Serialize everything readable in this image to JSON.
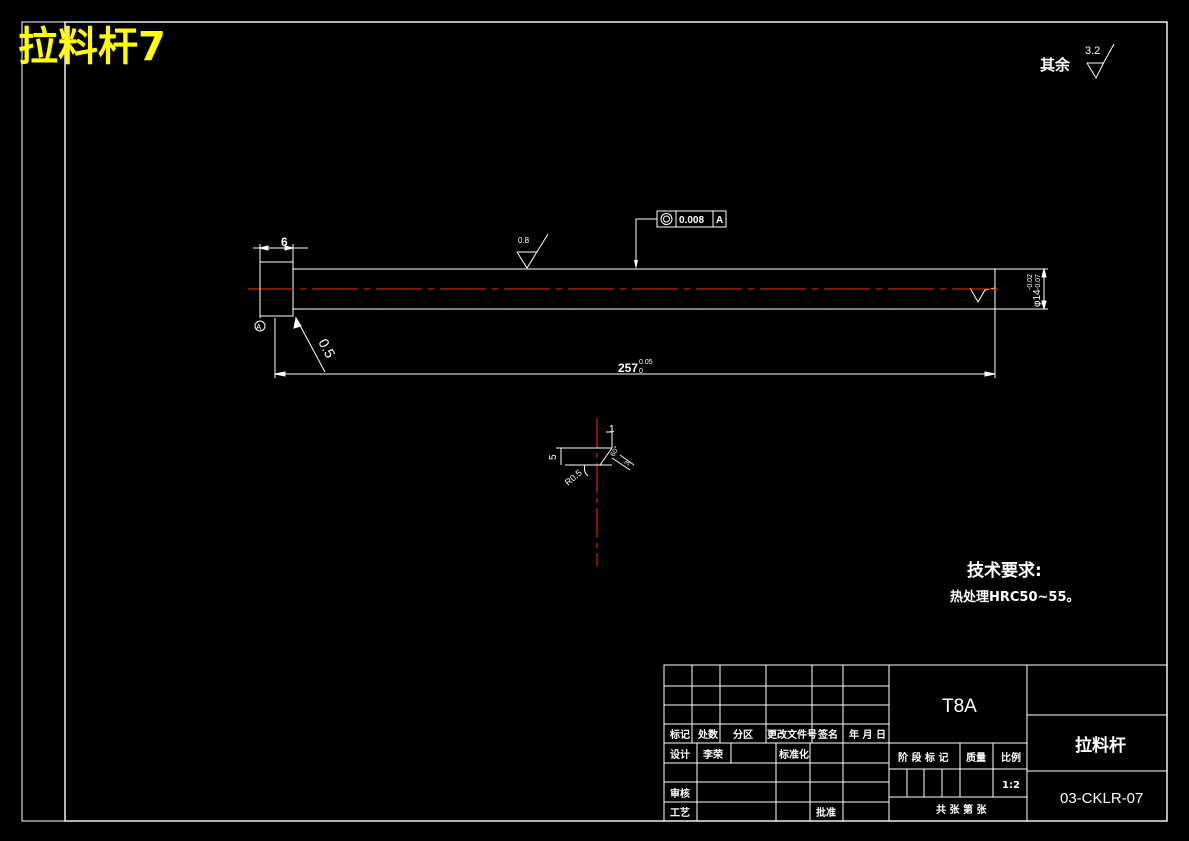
{
  "header": {
    "title": "拉料杆7"
  },
  "roughness": {
    "general_label": "其余",
    "general_value": "3.2",
    "surface_value": "0.8"
  },
  "dims": {
    "head_width": "6",
    "length": "257",
    "length_tol": "0.05",
    "length_tol_low": "0",
    "chamfer": "0.5",
    "diameter_label": "φ14",
    "dia_tol_upper": "-0.02",
    "dia_tol_lower": "-0.07",
    "datum_letter": "A",
    "detail_depth": "1",
    "detail_height": "5",
    "detail_radius": "R0.5",
    "detail_angle": "60°",
    "detail_small": "3"
  },
  "tolerance_frame": {
    "value": "0.008",
    "datum": "A"
  },
  "notes": {
    "title": "技术要求:",
    "line1": "热处理HRC50~55。"
  },
  "title_block": {
    "material": "T8A",
    "part_name": "拉料杆",
    "drawing_no": "03-CKLR-07",
    "scale": "1:2",
    "labels": {
      "mark": "标记",
      "count": "处数",
      "zone": "分区",
      "change_doc": "更改文件号",
      "signature": "签名",
      "date": "年 月 日",
      "design": "设计",
      "designer": "李荣",
      "standardize": "标准化",
      "stage_mark": "阶 段 标 记",
      "weight": "质量",
      "scale_label": "比例",
      "review": "审核",
      "process": "工艺",
      "approve": "批准",
      "sheets": "共  张  第  张"
    }
  },
  "colors": {
    "background": "#000000",
    "line": "#ffffff",
    "centerline": "#ff2a00",
    "title": "#ffff00"
  }
}
